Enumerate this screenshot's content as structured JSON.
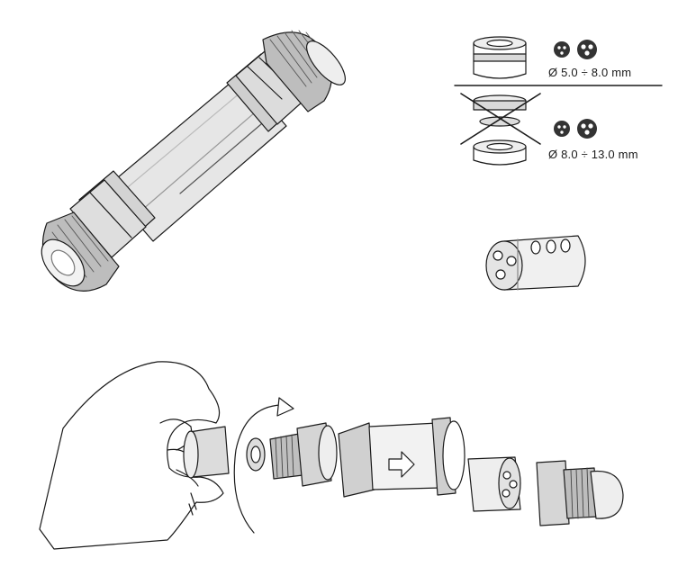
{
  "seal_options": [
    {
      "diameter_label": "Ø 5.0 ÷ 8.0 mm",
      "status": "use"
    },
    {
      "diameter_label": "Ø 8.0 ÷ 13.0 mm",
      "status": "crossed-out"
    }
  ],
  "colors": {
    "line": "#1a1a1a",
    "shade": "#d9d9d9",
    "dark": "#333333",
    "bg": "#ffffff"
  }
}
